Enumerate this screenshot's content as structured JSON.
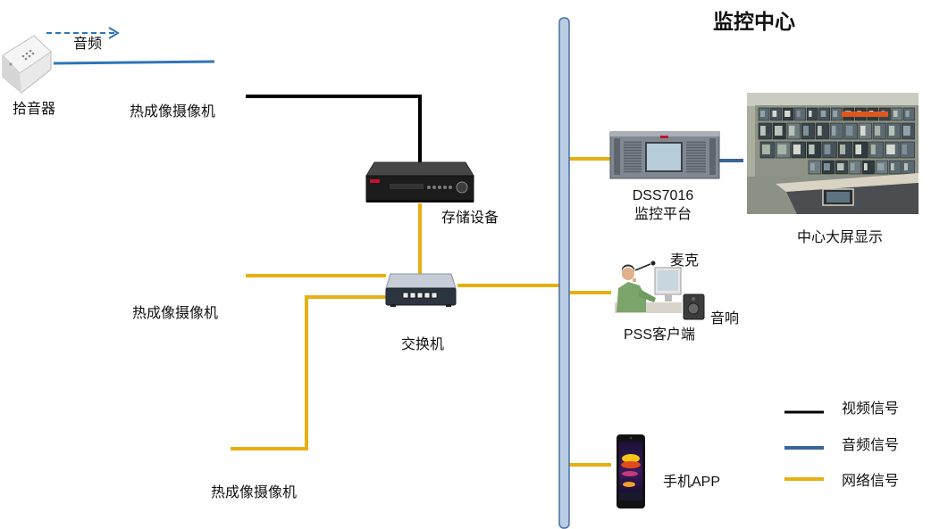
{
  "title": "监控中心",
  "pickup": {
    "label": "拾音器",
    "audio_label": "音频"
  },
  "cameras": [
    {
      "label": "热成像摄像机"
    },
    {
      "label": "热成像摄像机"
    },
    {
      "label": "热成像摄像机"
    }
  ],
  "storage": {
    "label": "存储设备"
  },
  "switch": {
    "label": "交换机"
  },
  "platform": {
    "model": "DSS7016",
    "label": "监控平台"
  },
  "video_wall": {
    "label": "中心大屏显示"
  },
  "pss_client": {
    "label": "PSS客户端",
    "mic_label": "麦克",
    "speaker_label": "音响"
  },
  "mobile": {
    "label": "手机APP"
  },
  "legend": {
    "items": [
      {
        "label": "视频信号",
        "color": "#000000"
      },
      {
        "label": "音频信号",
        "color": "#3A6595"
      },
      {
        "label": "网络信号",
        "color": "#E6B012"
      }
    ]
  },
  "colors": {
    "pickup_audio": "#2E75B6",
    "bus_fill": "#B8CCE4",
    "bus_stroke": "#4A6FA0"
  }
}
